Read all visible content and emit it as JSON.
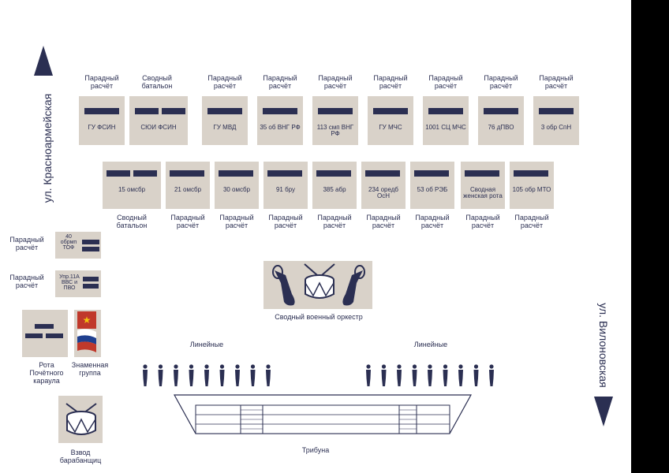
{
  "streets": {
    "left": "ул. Красноармейская",
    "right": "ул. Вилоновская"
  },
  "top_row": [
    {
      "caption": "Парадный расчёт",
      "unit": "ГУ ФСИН"
    },
    {
      "caption": "Сводный батальон",
      "unit": "СЮИ ФСИН"
    },
    {
      "caption": "Парадный расчёт",
      "unit": "ГУ МВД"
    },
    {
      "caption": "Парадный расчёт",
      "unit": "35 об ВНГ РФ"
    },
    {
      "caption": "Парадный расчёт",
      "unit": "113 смп ВНГ РФ"
    },
    {
      "caption": "Парадный расчёт",
      "unit": "ГУ МЧС"
    },
    {
      "caption": "Парадный расчёт",
      "unit": "1001 СЦ МЧС"
    },
    {
      "caption": "Парадный расчёт",
      "unit": "76 дПВО"
    },
    {
      "caption": "Парадный расчёт",
      "unit": "3 обр СпН"
    }
  ],
  "second_row": [
    {
      "caption": "Сводный батальон",
      "unit": "15 омсбр"
    },
    {
      "caption": "Парадный расчёт",
      "unit": "21 омсбр"
    },
    {
      "caption": "Парадный расчёт",
      "unit": "30 омсбр"
    },
    {
      "caption": "Парадный расчёт",
      "unit": "91 бру"
    },
    {
      "caption": "Парадный расчёт",
      "unit": "385 абр"
    },
    {
      "caption": "Парадный расчёт",
      "unit": "234 оредб ОсН"
    },
    {
      "caption": "Парадный расчёт",
      "unit": "53 об РЭБ"
    },
    {
      "caption": "Парадный расчёт",
      "unit": "Сводная женская рота"
    },
    {
      "caption": "Парадный расчёт",
      "unit": "105 обр МТО"
    }
  ],
  "left_column": [
    {
      "caption": "Парадный расчёт",
      "unit": "40 обрмп ТОФ"
    },
    {
      "caption": "Парадный расчёт",
      "unit": "Упр.11А ВВС и ПВО"
    }
  ],
  "honor_guard": "Рота Почётного караула",
  "banner_group": "Знаменная группа",
  "drummers": "Взвод барабанщиц",
  "orchestra": "Сводный военный оркестр",
  "linemen_left": "Линейные",
  "linemen_right": "Линейные",
  "tribune": "Трибуна",
  "colors": {
    "navy": "#2b2f52",
    "tile": "#d9d2c9",
    "red": "#c0392b",
    "blue": "#1f3f8f"
  }
}
